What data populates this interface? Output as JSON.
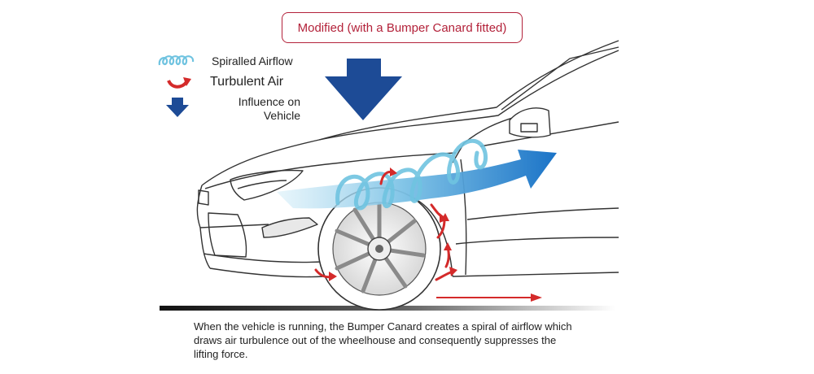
{
  "title": "Modified (with a Bumper Canard fitted)",
  "legend": [
    {
      "icon": "spiral-airflow-icon",
      "label": "Spiralled Airflow",
      "color": "#6fc3e0"
    },
    {
      "icon": "turbulent-air-icon",
      "label": "Turbulent Air",
      "color": "#d42a2a"
    },
    {
      "icon": "influence-arrow-icon",
      "label": "Influence on Vehicle",
      "color": "#1d4b96"
    }
  ],
  "caption": "When the vehicle is running, the Bumper Canard creates a spiral of airflow which draws air turbulence out of the wheelhouse and consequently suppresses the lifting force.",
  "colors": {
    "accent_red": "#b3223a",
    "airflow_blue": "#1e78c8",
    "airflow_light": "#a9d8ee",
    "influence_blue": "#1d4b96",
    "turbulence_red": "#d42a2a",
    "line": "#333333"
  }
}
